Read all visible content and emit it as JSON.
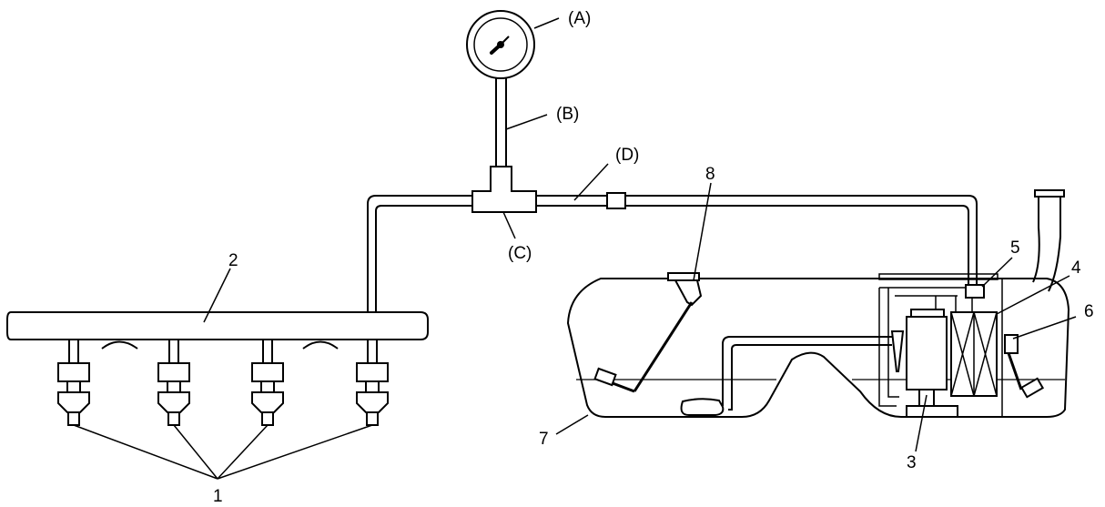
{
  "labels": {
    "gauge": "(A)",
    "hose": "(B)",
    "tee": "(C)",
    "line": "(D)",
    "injectors": "1",
    "delivery_pipe": "2",
    "fuel_pump": "3",
    "fuel_filter": "4",
    "pressure_regulator": "5",
    "sender_float": "6",
    "fuel_tank": "7",
    "vent_valve": "8"
  }
}
